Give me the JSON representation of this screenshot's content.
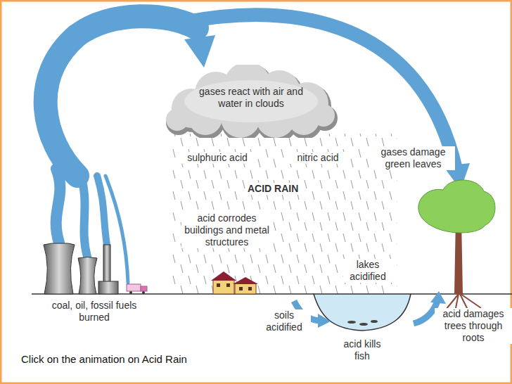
{
  "diagram": {
    "title": "ACID RAIN",
    "caption": "Click on the animation on Acid Rain",
    "nodes": [
      {
        "text": [
          "gases react with air and water in clouds"
        ]
      }
    ],
    "labels": [
      "sulphuric acid",
      "nitric acid",
      "gases damage green leaves",
      "acid corrodes buildings and metal structures",
      "lakes acidified",
      "soils acidified",
      "acid kills fish",
      "acid damages trees through roots",
      "coal, oil, fossil fuels burned"
    ]
  }
}
